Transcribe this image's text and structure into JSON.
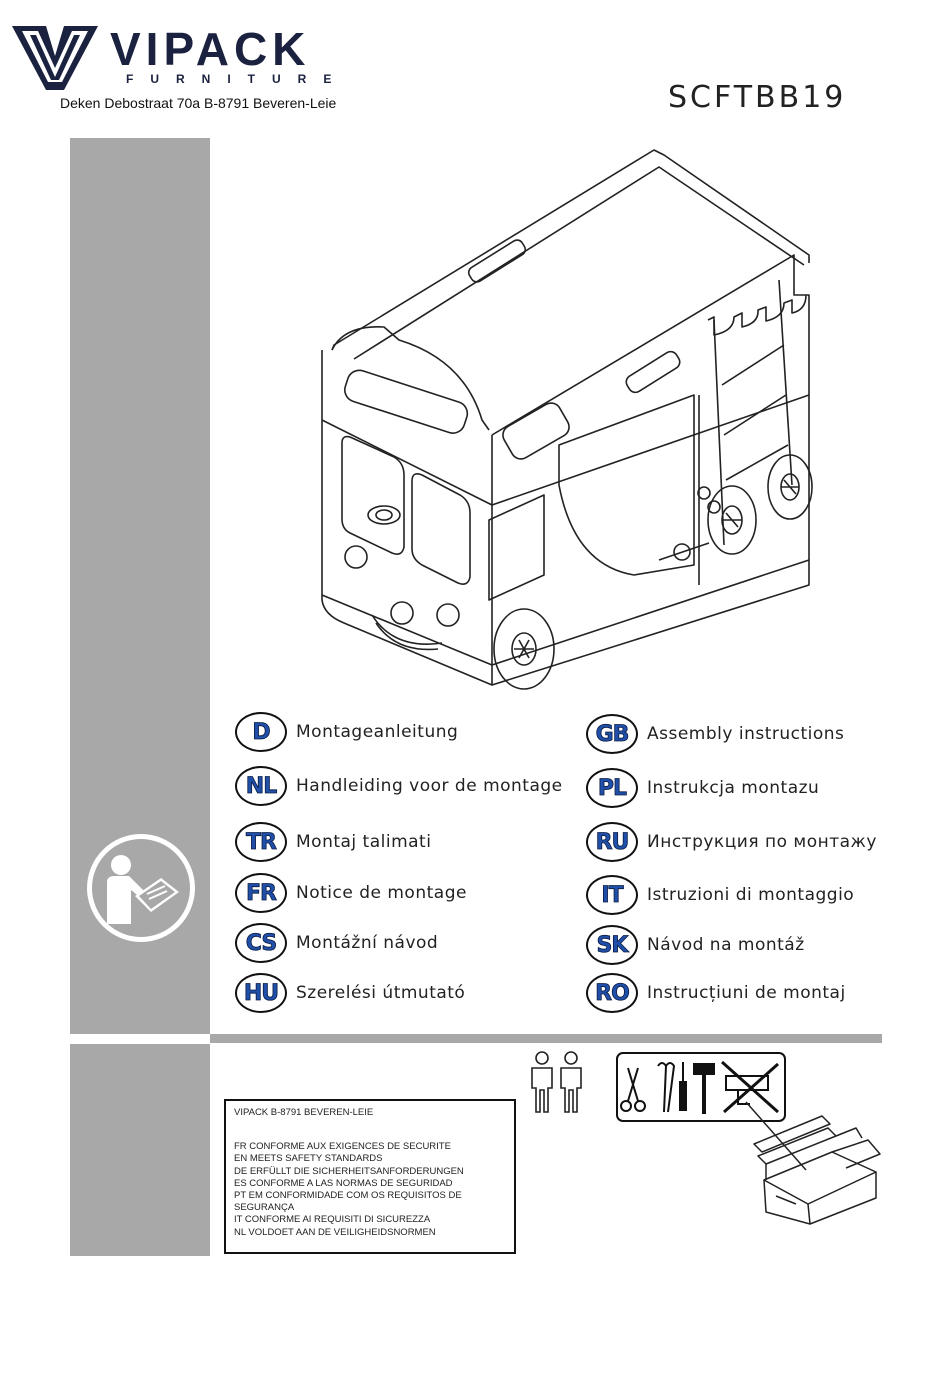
{
  "header": {
    "brand": "VIPACK",
    "brand_sub": "FURNITURE",
    "address": "Deken Debostraat 70a B-8791 Beveren-Leie",
    "model": "SCFTBB19"
  },
  "languages": [
    {
      "code": "D",
      "label": "Montageanleitung"
    },
    {
      "code": "NL",
      "label": "Handleiding voor de montage"
    },
    {
      "code": "TR",
      "label": "Montaj talimati"
    },
    {
      "code": "FR",
      "label": "Notice de montage"
    },
    {
      "code": "CS",
      "label": "Montážní návod"
    },
    {
      "code": "HU",
      "label": "Szerelési útmutató"
    },
    {
      "code": "GB",
      "label": "Assembly instructions"
    },
    {
      "code": "PL",
      "label": "Instrukcja montazu"
    },
    {
      "code": "RU",
      "label": "Инструкция по монтажу"
    },
    {
      "code": "IT",
      "label": "Istruzioni di montaggio"
    },
    {
      "code": "SK",
      "label": "Návod na montáž"
    },
    {
      "code": "RO",
      "label": "Instrucțiuni de montaj"
    }
  ],
  "certification": {
    "head": "VIPACK B-8791 BEVEREN-LEIE",
    "lines": [
      "FR CONFORME AUX EXIGENCES DE SECURITE",
      "EN MEETS SAFETY STANDARDS",
      "DE ERFÜLLT DIE SICHERHEITSANFORDERUNGEN",
      "ES CONFORME A LAS NORMAS DE SEGURIDAD",
      "PT EM CONFORMIDADE COM OS REQUISITOS DE",
      "SEGURANÇA",
      "IT CONFORME AI REQUISITI DI SICUREZZA",
      "NL VOLDOET AAN DE VEILIGHEIDSNORMEN"
    ]
  },
  "icons": {
    "logo": "vipack-logo-icon",
    "manual": "read-manual-icon",
    "people": "two-persons-icon",
    "tools": "tools-icon",
    "toolbox": "toolbox-icon"
  },
  "colors": {
    "brand": "#1a2240",
    "badge_text": "#1f4fa8",
    "panel_grey": "#a8a8a8"
  }
}
